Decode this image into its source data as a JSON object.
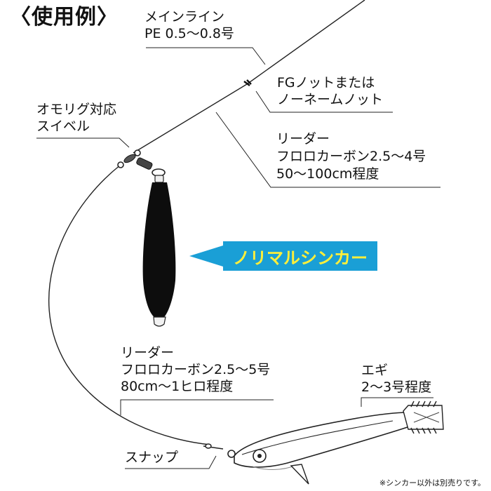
{
  "heading": "〈使用例〉",
  "labels": {
    "main_line_1": "メインライン",
    "main_line_2": "PE 0.5〜0.8号",
    "fg_knot_1": "FGノットまたは",
    "fg_knot_2": "ノーネームノット",
    "swivel_1": "オモリグ対応",
    "swivel_2": "スイベル",
    "leader_top_1": "リーダー",
    "leader_top_2": "フロロカーボン2.5〜4号",
    "leader_top_3": "50〜100cm程度",
    "sinker_callout": "ノリマルシンカー",
    "leader_bottom_1": "リーダー",
    "leader_bottom_2": "フロロカーボン2.5〜5号",
    "leader_bottom_3": "80cm〜1ヒロ程度",
    "egi_1": "エギ",
    "egi_2": "2〜3号程度",
    "snap": "スナップ"
  },
  "footnote": "※シンカー以外は別売りです。",
  "colors": {
    "callout_bg": "#1a9fd6",
    "callout_text": "#ffef3a",
    "sinker": "#0d0d0d",
    "line": "#222222"
  }
}
